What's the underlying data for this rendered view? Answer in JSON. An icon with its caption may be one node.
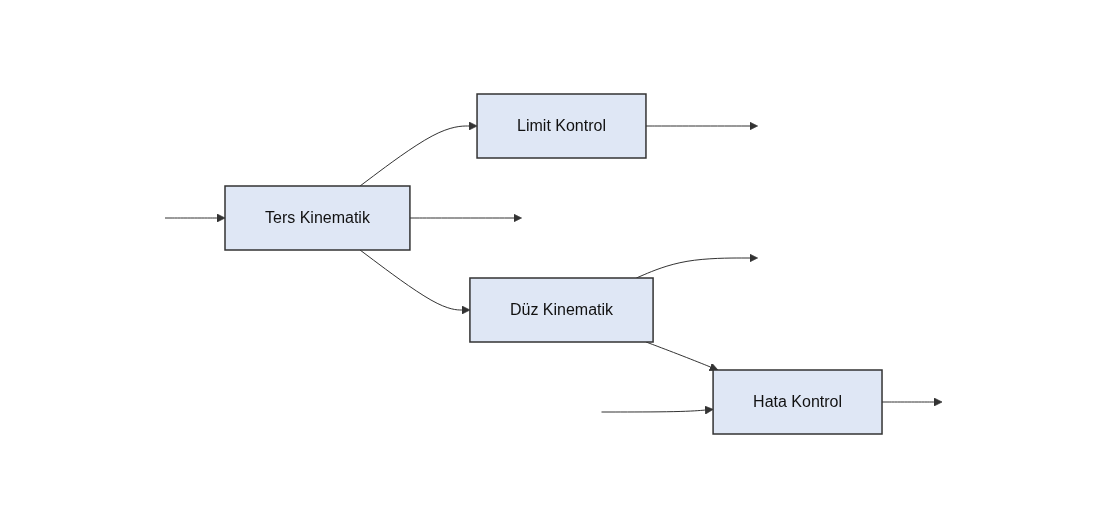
{
  "diagram": {
    "nodes": [
      {
        "text": [
          "Ters Kinematik"
        ]
      },
      {
        "text": [
          "Limit Kontrol"
        ]
      },
      {
        "text": [
          "Düz Kinematik"
        ]
      },
      {
        "text": [
          "Hata Kontrol"
        ]
      }
    ],
    "edges": [
      {
        "from": null,
        "to": 0,
        "arrow": "to"
      },
      {
        "from": 0,
        "to": 1,
        "arrow": "to"
      },
      {
        "from": 0,
        "to": null,
        "arrow": "to"
      },
      {
        "from": 0,
        "to": 2,
        "arrow": "to"
      },
      {
        "from": 1,
        "to": null,
        "arrow": "to"
      },
      {
        "from": 2,
        "to": null,
        "arrow": "to"
      },
      {
        "from": 2,
        "to": 3,
        "arrow": "to"
      },
      {
        "from": null,
        "to": 3,
        "arrow": "to"
      },
      {
        "from": 3,
        "to": null,
        "arrow": "to"
      }
    ]
  }
}
